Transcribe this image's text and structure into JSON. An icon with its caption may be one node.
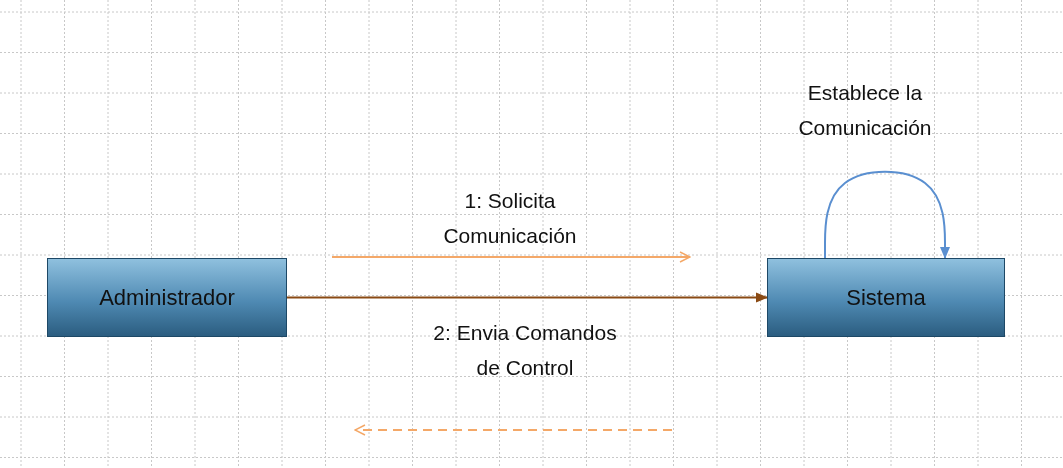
{
  "diagram": {
    "nodes": [
      {
        "text": [
          "Administrador"
        ]
      },
      {
        "text": [
          "Sistema"
        ]
      }
    ],
    "edges": [
      {
        "from": 0,
        "to": 1,
        "arrow": "to",
        "color": "#8a4a14"
      },
      {
        "from": 1,
        "to": 1,
        "arrow": "to",
        "label": "Establece la Comunicación",
        "color": "#5a8fd0"
      }
    ],
    "labels": [
      "1: Solicita Comunicación",
      "2: Envia Comandos de Control"
    ]
  }
}
